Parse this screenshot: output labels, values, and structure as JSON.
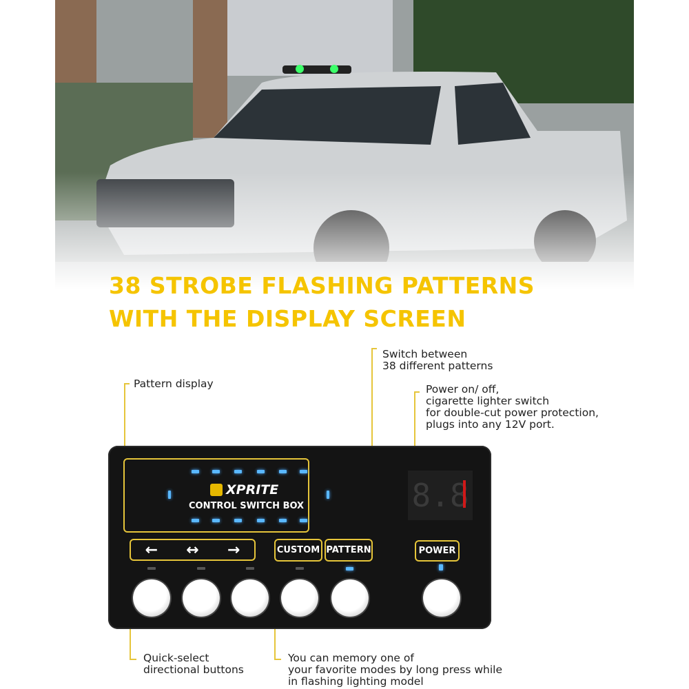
{
  "headline": {
    "line1": "38 STROBE FLASHING PATTERNS",
    "line2": "WITH THE DISPLAY SCREEN"
  },
  "callouts": {
    "pattern_display": "Pattern display",
    "switch_patterns": "Switch between\n38 different patterns",
    "power": "Power on/ off,\ncigarette lighter switch\nfor double-cut power protection,\nplugs into any 12V port.",
    "quick_select": "Quick-select\ndirectional buttons",
    "custom_memory": "You can memory one of\nyour favorite modes by long press while\nin flashing lighting model"
  },
  "device": {
    "brand": "XPRITE",
    "name": "CONTROL SWITCH BOX",
    "display_value": "8.8",
    "buttons": {
      "left_icon": "arrow-left-icon",
      "both_icon": "arrow-left-right-icon",
      "right_icon": "arrow-right-icon",
      "custom": "CUSTOM",
      "pattern": "PATTERN",
      "power": "POWER"
    }
  },
  "colors": {
    "accent_yellow": "#f5c400",
    "callout_line": "#e6c53a",
    "led_blue": "#5ab8ff",
    "panel": "#141414"
  }
}
